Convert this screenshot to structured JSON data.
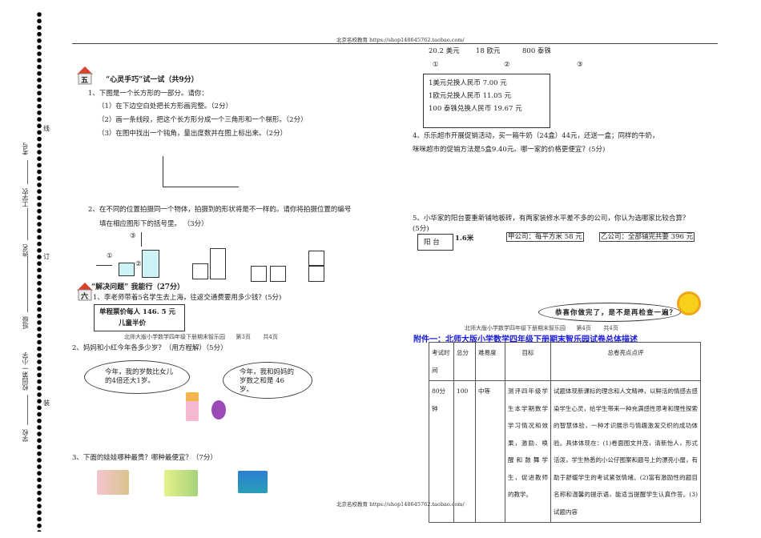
{
  "header": {
    "site": "北京名校教育 https://shop148645762.taobao.com/"
  },
  "binding": {
    "school": "学校",
    "school_name": "校园第一小学",
    "class": "班级",
    "name": "姓名",
    "extra": "工学农",
    "exam_no": "考号",
    "zhuang": "装",
    "ding": "订",
    "xian": "线"
  },
  "left": {
    "sec5": {
      "badge": "五",
      "title": "“心灵手巧”试一试（共9分）",
      "q1": "1、下图是一个长方形的一部分。请你：",
      "q1_1": "（1）在下边空白处把长方形画完整。（2分）",
      "q1_2": "（2）画一条线段，把这个长方形分成一个三角形和一个梯形。（2分）",
      "q1_3": "（3）在图中找出一个钝角，量出度数并在图上标出来。（2分）",
      "q2": "2、在不同的位置拍摄同一个物体，拍摄到的形状将是不一样的。请你将拍摄位置的编号",
      "q2b": "填在相应图形下的括号里。   （3分）",
      "pos1": "①",
      "pos2": "②",
      "pos3": "③"
    },
    "sec6": {
      "badge": "六",
      "title": "“解决问题” 我能行（27分）",
      "q1": "1、李老师带着5名学生去上海，往返交通费要用多少钱？(5分)",
      "box_line1": "单程票价每人 146. 5 元",
      "box_line2": "儿童半价",
      "q2": "2、妈妈和小红今年各多少岁？（用方程解）（5分）",
      "cloud1": "今年，我的岁数比女儿的4倍还大1岁。",
      "cloud2": "今年，我和妈妈的岁数之和是 46 岁。",
      "q3": "3、下面的娃娃哪种最贵？哪种最便宜？（7分）"
    },
    "footer": {
      "title": "北师大版小学数学四年级下册期末智乐园",
      "page": "第3页",
      "total": "共4页"
    }
  },
  "right": {
    "prices": [
      "20.2 美元",
      "18 欧元",
      "800 泰铢"
    ],
    "labels": [
      "①",
      "②",
      "③"
    ],
    "rates": [
      "1美元兑换人民币 7.00 元",
      "1欧元兑换人民币 11.05 元",
      "100 泰铢兑换人民币 19.67 元"
    ],
    "q4a": "4、乐乐超市开展促销活动，买一箱牛奶（24盒）44元，还送一盒；同样的牛奶，",
    "q4b": "咪咪超市的促销方法是5盒9.40元。哪一家的价格更便宜？(5分)",
    "q5a": "5、小华家的阳台要重新铺地板砖，有两家装修水平差不多的公司，你认为选哪家比较合算？",
    "q5b": "(5分)",
    "balcony": "阳 台",
    "width": "1.6米",
    "company_a": "甲公司：每平方米 58 元",
    "company_b": "乙公司：全部铺完共要 396 元",
    "bubble": "恭喜你做完了，是不是再检查一遍？",
    "footer": {
      "title": "北师大版小学数学四年级下册期末智乐园",
      "page": "第4页",
      "total": "共4页"
    },
    "appendix_title": "附件一：北师大版小学数学四年级下册期末智乐园试卷总体描述",
    "appendix_color": "#1a1adb",
    "table": {
      "headers": [
        "考试时间",
        "总分",
        "难易度",
        "目标",
        "总卷亮点点评"
      ],
      "row": [
        "80分钟",
        "100",
        "中等",
        "测评四年级学生本学期数学学习情况和效果，激励、唤醒和鼓舞学生，促进教师的教学。",
        "试题体现新课标的理念和人文精神，以鲜活的情感去感染学生心灵，给学生带来一种充满感性思考和理性探索的智慧体验，一种才识展示与情趣激发交织的成功体验。具体体现在：(1)卷面图文并茂，清新怡人，形式活泼，学生熟悉的小公仔图案和题号上的漂亮小屋，有助于舒缓学生的考试紧张情绪。(2)富有激励性的题目名称和温馨的提示语，能适当提醒学生认真作答。(3)试题内容"
      ]
    }
  }
}
